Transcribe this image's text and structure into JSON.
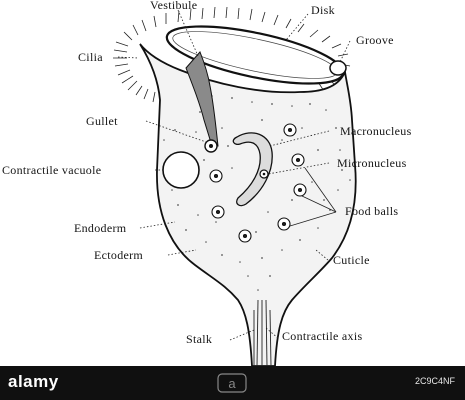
{
  "labels": {
    "vestibule": "Vestibule",
    "disk": "Disk",
    "cilia": "Cilia",
    "groove": "Groove",
    "gullet": "Gullet",
    "macronucleus": "Macronucleus",
    "contractile_vacuole": "Contractile vacuole",
    "micronucleus": "Micronucleus",
    "endoderm": "Endoderm",
    "food_balls": "Food balls",
    "ectoderm": "Ectoderm",
    "cuticle": "Cuticle",
    "stalk": "Stalk",
    "contractile_axis": "Contractile axis"
  },
  "footer": {
    "brand": "alamy",
    "image_id": "2C9C4NF",
    "watermark": "a"
  }
}
